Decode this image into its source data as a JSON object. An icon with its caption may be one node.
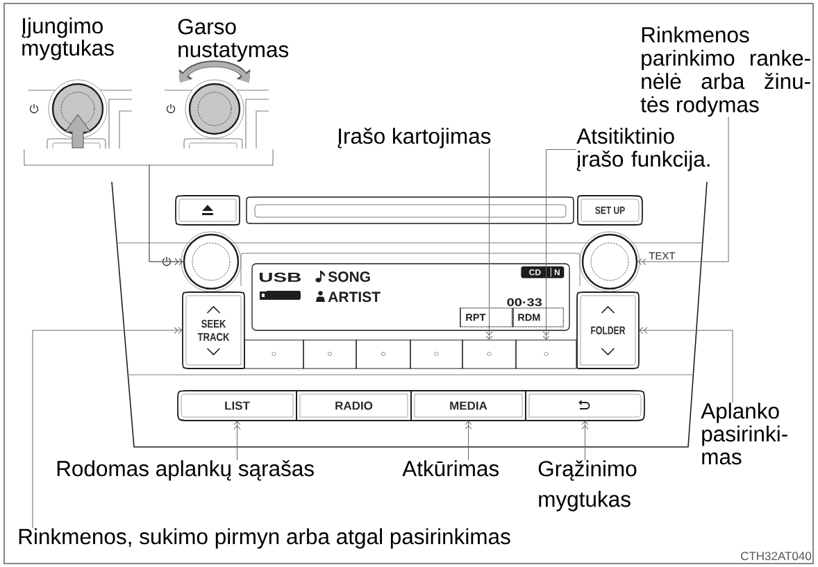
{
  "diagram": {
    "nodes": [
      {
        "text": [],
        "shape": "picture",
        "beside": [
          "Įjungimo mygtukas"
        ]
      },
      {
        "text": [],
        "shape": "picture",
        "beside": [
          "Garso nustatymas"
        ]
      },
      {
        "text": [
          "Rinkmenos parinkimo ranke- nėlė arba žinu- tės rodymas"
        ]
      },
      {
        "text": [
          "Įrašo kartojimas"
        ]
      },
      {
        "text": [
          "Atsitiktinio įrašo funkcija."
        ]
      },
      {
        "text": [],
        "shape": "box"
      },
      {
        "text": [
          "SET UP"
        ]
      },
      {
        "text": [],
        "shape": "circle"
      },
      {
        "text": [
          "USB",
          "SONG",
          "ARTIST",
          "00·33"
        ]
      },
      {
        "text": [
          "CD",
          "N"
        ],
        "in": 8
      },
      {
        "text": [
          "RPT"
        ],
        "in": 8
      },
      {
        "text": [
          "RDM"
        ],
        "in": 8
      },
      {
        "text": [],
        "shape": "circle",
        "beside": [
          "TEXT"
        ]
      },
      {
        "text": [
          "SEEK TRACK"
        ]
      },
      {
        "text": [
          "FOLDER"
        ]
      },
      {
        "text": [],
        "shape": "box"
      },
      {
        "text": [],
        "shape": "box"
      },
      {
        "text": [],
        "shape": "box"
      },
      {
        "text": [],
        "shape": "box"
      },
      {
        "text": [],
        "shape": "box"
      },
      {
        "text": [],
        "shape": "box"
      },
      {
        "text": [
          "LIST"
        ]
      },
      {
        "text": [
          "RADIO"
        ]
      },
      {
        "text": [
          "MEDIA"
        ]
      },
      {
        "text": [],
        "shape": "box"
      },
      {
        "text": [
          "Aplanko pasirinki- mas"
        ]
      },
      {
        "text": [
          "Rodomas aplankų sąrašas"
        ]
      },
      {
        "text": [
          "Atkūrimas"
        ]
      },
      {
        "text": [
          "Grąžinimo mygtukas"
        ]
      },
      {
        "text": [
          "Rinkmenos, sukimo pirmyn arba atgal pasirinkimas"
        ]
      }
    ],
    "edges": [
      {
        "from": 0,
        "to": 7,
        "arrow": "to"
      },
      {
        "from": 1,
        "to": 7,
        "arrow": "to"
      },
      {
        "from": 2,
        "to": 12,
        "arrow": "to"
      },
      {
        "from": 3,
        "to": 19,
        "arrow": "to"
      },
      {
        "from": 4,
        "to": 20,
        "arrow": "to"
      },
      {
        "from": 25,
        "to": 14,
        "arrow": "to"
      },
      {
        "from": 26,
        "to": 21,
        "arrow": "to"
      },
      {
        "from": 27,
        "to": 23,
        "arrow": "to"
      },
      {
        "from": 28,
        "to": 24,
        "arrow": "to"
      },
      {
        "from": 29,
        "to": 13,
        "arrow": "to"
      }
    ],
    "labels": [
      "CTH32AT040"
    ]
  }
}
